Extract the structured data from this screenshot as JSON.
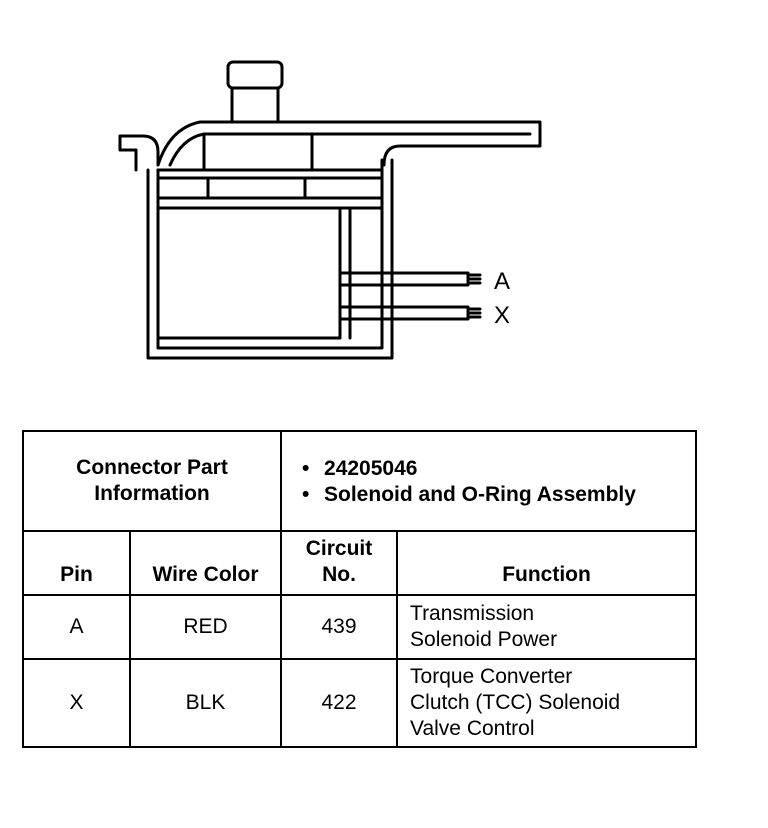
{
  "diagram": {
    "pins": [
      "A",
      "X"
    ]
  },
  "table": {
    "connector_info_label": "Connector Part Information",
    "connector_info_items": [
      "24205046",
      "Solenoid and O-Ring Assembly"
    ],
    "headers": {
      "pin": "Pin",
      "wire_color": "Wire Color",
      "circuit_no": "Circuit No.",
      "function": "Function"
    },
    "rows": [
      {
        "pin": "A",
        "wire_color": "RED",
        "circuit_no": "439",
        "function": [
          "Transmission",
          "Solenoid Power"
        ]
      },
      {
        "pin": "X",
        "wire_color": "BLK",
        "circuit_no": "422",
        "function": [
          "Torque Converter",
          "Clutch (TCC) Solenoid",
          "Valve Control"
        ]
      }
    ]
  }
}
